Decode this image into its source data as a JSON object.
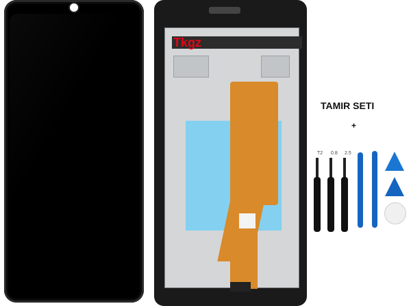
{
  "brand": "Tkgz",
  "kit": {
    "title": "TAMIR SETI",
    "plus": "+",
    "screwdriver_sizes": [
      "T2",
      "0.8",
      "2.5"
    ]
  },
  "colors": {
    "brand_red": "#e30613",
    "tool_blue": "#1565c0",
    "flex_orange": "#d98a2a",
    "sticker_blue": "#7fd0f2"
  }
}
